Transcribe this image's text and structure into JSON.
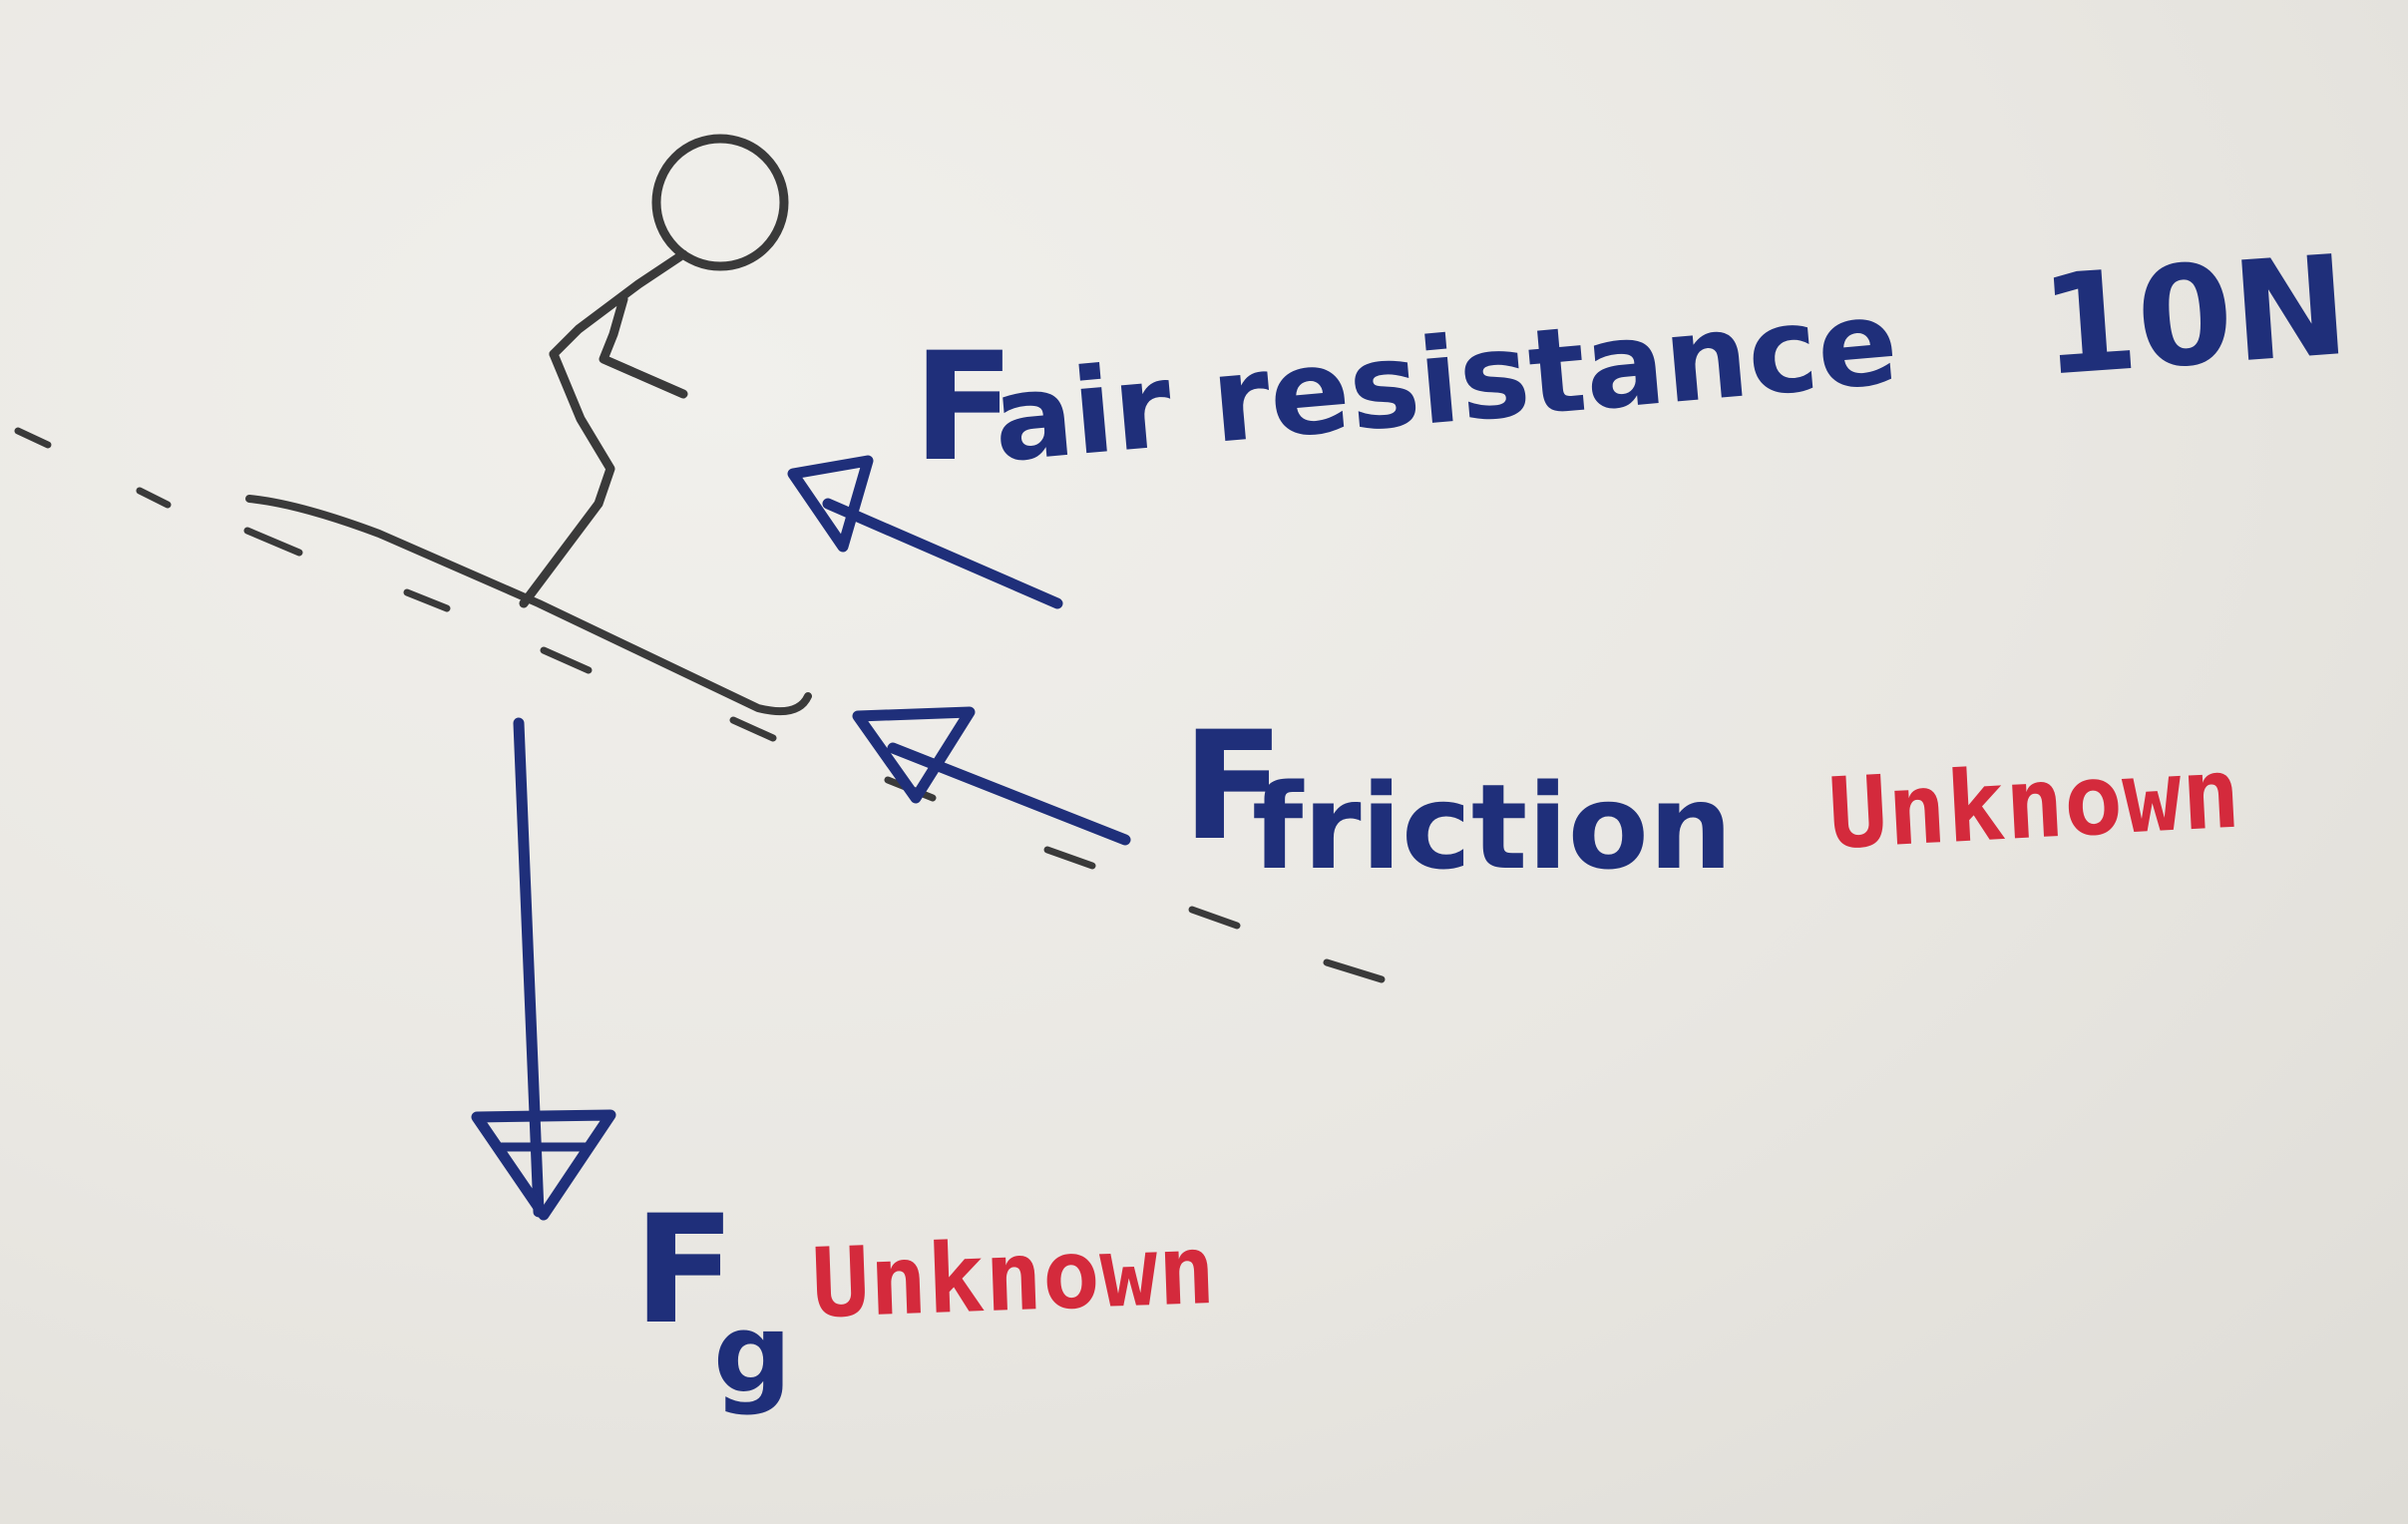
{
  "labels": {
    "air_resistance": {
      "symbol": "F",
      "subscript": "air resistance",
      "value": "10N"
    },
    "friction": {
      "symbol": "F",
      "subscript": "friction",
      "value": "Unknown"
    },
    "gravity": {
      "symbol": "F",
      "subscript": "g",
      "value": "Unknown"
    }
  },
  "colors": {
    "blue_ink": "#1f2f7a",
    "red_ink": "#d42a3c",
    "pencil": "#3a3a3a",
    "paper": "#ebe9e4"
  }
}
